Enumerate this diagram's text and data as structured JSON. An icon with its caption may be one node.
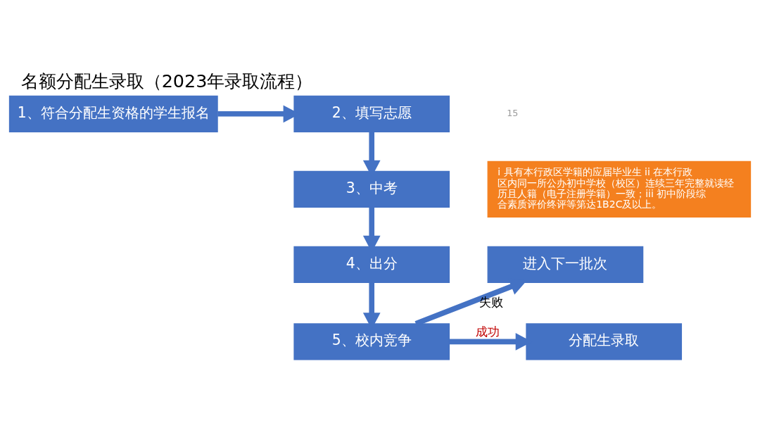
{
  "diagram": {
    "title": "名额分配生录取（2023年录取流程）",
    "nodes": [
      {
        "text": [
          "1、符合分配生资格的学生报名"
        ]
      },
      {
        "text": [
          "i 具有本行政区学籍的应届毕业生 ii 在本行政区内同一所公办初中学校（校区）连续三年完整就读经历且人籍（电子注册学籍）一致；iii 初中阶段综合素质评价终评等第达1B2C及以上。"
        ]
      },
      {
        "text": [
          "2、填写志愿"
        ]
      },
      {
        "text": [
          "3、中考"
        ]
      },
      {
        "text": [
          "4、出分"
        ]
      },
      {
        "text": [
          "5、校内竞争"
        ]
      },
      {
        "text": [
          "进入下一批次"
        ]
      },
      {
        "text": [
          "分配生录取"
        ]
      }
    ],
    "edges": [
      {
        "from": 0,
        "to": 2,
        "arrow": "to"
      },
      {
        "from": 2,
        "to": 3,
        "arrow": "to"
      },
      {
        "from": 3,
        "to": 4,
        "arrow": "to"
      },
      {
        "from": 4,
        "to": 5,
        "arrow": "to"
      },
      {
        "from": 5,
        "to": 6,
        "arrow": "to",
        "label": "失败"
      },
      {
        "from": 5,
        "to": 7,
        "arrow": "to",
        "label": "成功"
      }
    ],
    "labels": [
      "15"
    ]
  }
}
